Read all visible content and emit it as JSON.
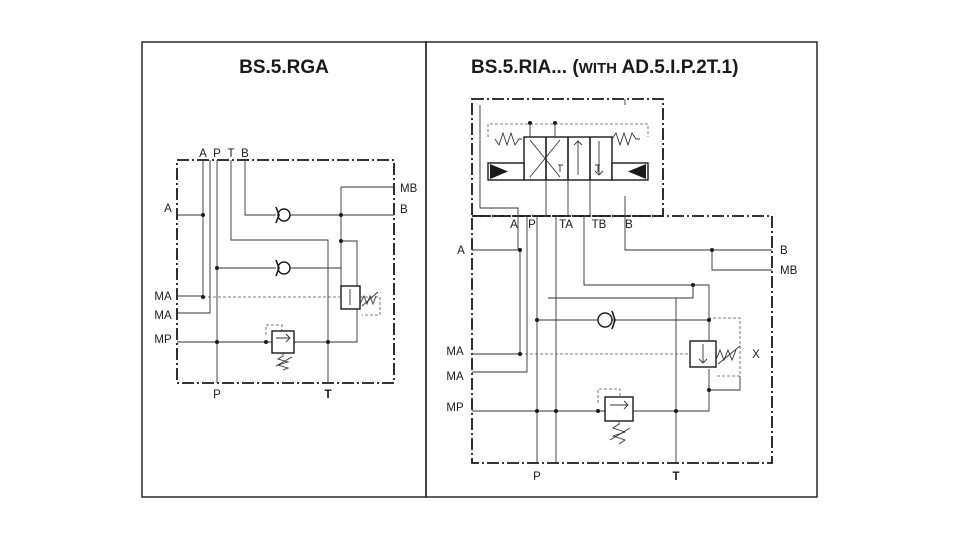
{
  "left_panel": {
    "title": "BS.5.RGA",
    "ports_top": [
      "A",
      "P",
      "T",
      "B"
    ],
    "ports_left": [
      "A",
      "MA",
      "MA",
      "MP"
    ],
    "ports_right": [
      "MB",
      "B"
    ],
    "ports_bottom": [
      "P",
      "T"
    ]
  },
  "right_panel": {
    "title_main": "BS.5.RIA... (",
    "title_with": "WITH",
    "title_tail": " AD.5.I.P.2T.1)",
    "ports_top": [
      "A",
      "P",
      "TA",
      "TB",
      "B"
    ],
    "ports_left": [
      "A",
      "MA",
      "MA",
      "MP"
    ],
    "ports_right": [
      "B",
      "MB"
    ],
    "ports_bottom": [
      "P",
      "T"
    ],
    "marker": "X"
  }
}
